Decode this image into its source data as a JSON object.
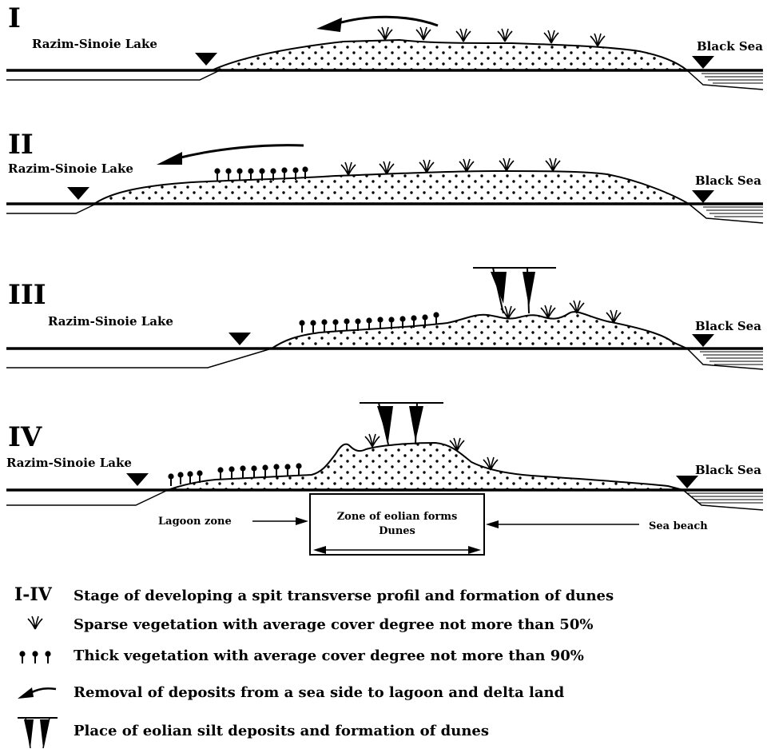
{
  "stages": [
    {
      "numeral": "I",
      "lake": "Razim-Sinoie Lake",
      "sea": "Black Sea"
    },
    {
      "numeral": "II",
      "lake": "Razim-Sinoie Lake",
      "sea": "Black Sea"
    },
    {
      "numeral": "III",
      "lake": "Razim-Sinoie Lake",
      "sea": "Black Sea"
    },
    {
      "numeral": "IV",
      "lake": "Razim-Sinoie Lake",
      "sea": "Black Sea"
    }
  ],
  "zones": {
    "lagoon": "Lagoon zone",
    "eolian_line1": "Zone of eolian forms",
    "eolian_line2": "Dunes",
    "beach": "Sea beach"
  },
  "legend": [
    {
      "symbol": "I-IV",
      "icon": "roman-numeral-range",
      "text": "Stage of developing a spit transverse profil and formation of dunes"
    },
    {
      "symbol": "",
      "icon": "sparse-vegetation-icon",
      "text": "Sparse vegetation with average cover degree not more than 50%"
    },
    {
      "symbol": "",
      "icon": "thick-vegetation-icon",
      "text": "Thick vegetation with average cover degree not more than 90%"
    },
    {
      "symbol": "",
      "icon": "removal-arrow-icon",
      "text": "Removal of deposits from a sea side to lagoon and delta land"
    },
    {
      "symbol": "",
      "icon": "eolian-deposit-icon",
      "text": "Place of eolian silt deposits and formation of dunes"
    }
  ]
}
